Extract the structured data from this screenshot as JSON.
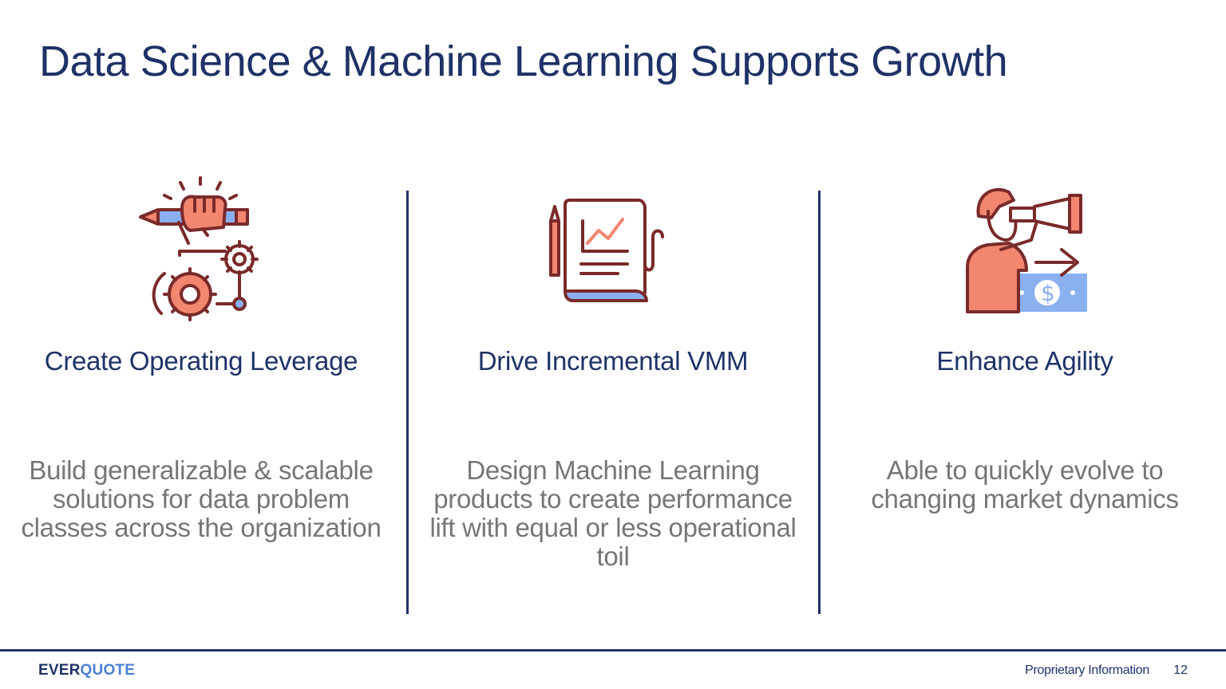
{
  "title": "Data Science & Machine Learning Supports Growth",
  "columns": [
    {
      "heading": "Create Operating Leverage",
      "body": "Build generalizable & scalable solutions for data problem classes across the organization"
    },
    {
      "heading": "Drive Incremental VMM",
      "body": "Design Machine Learning products to create performance lift with equal or less operational toil"
    },
    {
      "heading": "Enhance Agility",
      "body": "Able to quickly evolve to changing market dynamics"
    }
  ],
  "icons": [
    "hand-pencil-gears-icon",
    "report-chart-icon",
    "telescope-person-icon"
  ],
  "footer": {
    "logo_part1": "EVER",
    "logo_part2": "QUOTE",
    "note": "Proprietary Information",
    "page_number": "12"
  },
  "colors": {
    "navy": "#1f3267",
    "grey_text": "#767676",
    "icon_outline": "#7a2a2a",
    "icon_salmon": "#f2866f",
    "icon_blue": "#8ab0f0",
    "logo_blue": "#4a7fd8"
  }
}
